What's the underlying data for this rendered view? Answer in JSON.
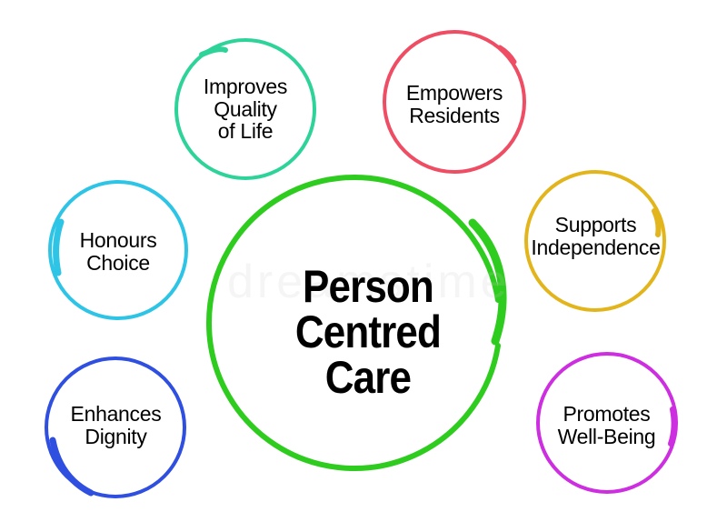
{
  "diagram": {
    "type": "hub-and-spoke",
    "center": {
      "lines": [
        "Person",
        "Centred",
        "Care"
      ],
      "color": "#2ecc1e"
    },
    "nodes": [
      {
        "id": "improves-quality-of-life",
        "lines": [
          "Improves",
          "Quality",
          "of Life"
        ],
        "color": "#2ed39a"
      },
      {
        "id": "empowers-residents",
        "lines": [
          "Empowers",
          "Residents"
        ],
        "color": "#ee4d63"
      },
      {
        "id": "honours-choice",
        "lines": [
          "Honours",
          "Choice"
        ],
        "color": "#2ec4e6"
      },
      {
        "id": "supports-independence",
        "lines": [
          "Supports",
          "Independence"
        ],
        "color": "#e2b51c"
      },
      {
        "id": "enhances-dignity",
        "lines": [
          "Enhances",
          "Dignity"
        ],
        "color": "#2f4fe0"
      },
      {
        "id": "promotes-well-being",
        "lines": [
          "Promotes",
          "Well-Being"
        ],
        "color": "#cc2ee0"
      }
    ]
  },
  "watermark": "dreamstime"
}
